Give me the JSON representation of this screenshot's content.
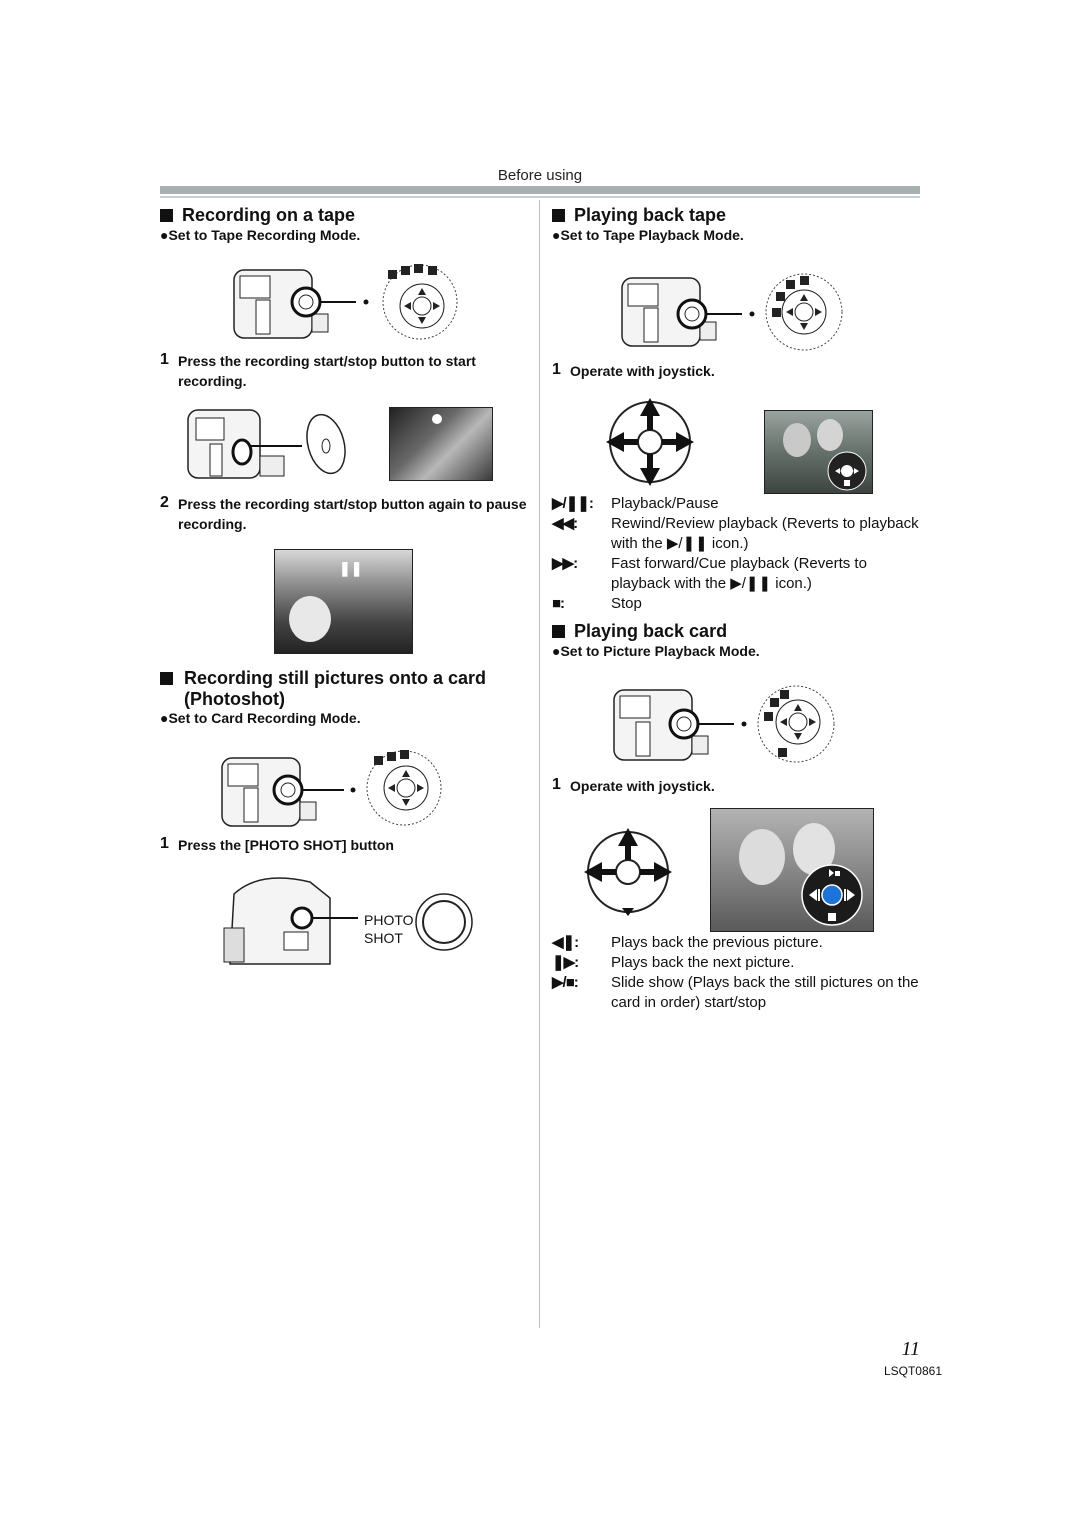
{
  "header": {
    "section": "Before using"
  },
  "left": {
    "rec_tape": {
      "title": "Recording on a tape",
      "mode": "●Set to Tape Recording Mode.",
      "step1_num": "1",
      "step1": "Press the recording start/stop button to start recording.",
      "step2_num": "2",
      "step2": "Press the recording start/stop button again to pause recording."
    },
    "photoshot": {
      "title": "Recording still pictures onto a card (Photoshot)",
      "mode": "●Set to Card Recording Mode.",
      "step1_num": "1",
      "step1": "Press the [PHOTO SHOT] button",
      "button_label_1": "PHOTO",
      "button_label_2": "SHOT"
    }
  },
  "right": {
    "play_tape": {
      "title": "Playing back tape",
      "mode": "●Set to Tape Playback Mode.",
      "step1_num": "1",
      "step1": "Operate with joystick.",
      "legend": [
        {
          "sym": "▶/❚❚:",
          "desc": "Playback/Pause"
        },
        {
          "sym": "◀◀:",
          "desc": "Rewind/Review playback (Reverts to playback with the ▶/❚❚ icon.)"
        },
        {
          "sym": "▶▶:",
          "desc": "Fast forward/Cue playback (Reverts to playback with the ▶/❚❚ icon.)"
        },
        {
          "sym": "■:",
          "desc": "Stop"
        }
      ]
    },
    "play_card": {
      "title": "Playing back card",
      "mode": "●Set to Picture Playback Mode.",
      "step1_num": "1",
      "step1": "Operate with joystick.",
      "legend": [
        {
          "sym": "◀❚:",
          "desc": "Plays back the previous picture."
        },
        {
          "sym": "❚▶:",
          "desc": "Plays back the next picture."
        },
        {
          "sym": "▶/■:",
          "desc": "Slide show (Plays back the still pictures on the card in order) start/stop"
        }
      ]
    }
  },
  "footer": {
    "page": "11",
    "code": "LSQT0861"
  },
  "colors": {
    "rule": "#a9b0b4",
    "joystick_accent": "#1e73d8"
  }
}
